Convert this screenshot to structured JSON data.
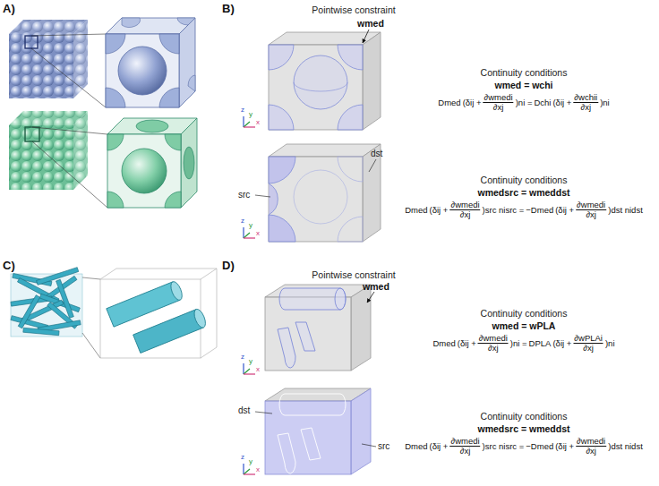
{
  "diagram": {
    "labels": [
      "A)",
      "B)",
      "Pointwise constraint",
      "wmed",
      "Continuity conditions",
      "wmed = wchi",
      "Dmed",
      "(δij +",
      "∂wmedi",
      "∂xj",
      ")ni =",
      "Dchi",
      "(δij +",
      "∂wchii",
      "∂xj",
      ")ni",
      "z",
      "y",
      "x",
      "src",
      "dst",
      "Continuity conditions",
      "wmedsrc = wmeddst",
      "Dmed",
      "(δij +",
      "∂wmedi",
      "∂xj",
      ")src nisrc =",
      "−Dmed",
      "(δij +",
      "∂wmedi",
      "∂xj",
      ")dst nidst",
      "z",
      "y",
      "x",
      "C)",
      "D)",
      "Pointwise constraint",
      "wmed",
      "Continuity conditions",
      "wmed = wPLA",
      "Dmed",
      "(δij +",
      "∂wmedi",
      "∂xj",
      ")ni =",
      "DPLA",
      "(δij +",
      "∂wPLAi",
      "∂xj",
      ")ni",
      "z",
      "y",
      "x",
      "dst",
      "src",
      "Continuity conditions",
      "wmedsrc = wmeddst",
      "Dmed",
      "(δij +",
      "∂wmedi",
      "∂xj",
      ")src nisrc =",
      "−Dmed",
      "(δij +",
      "∂wmedi",
      "∂xj",
      ")dst nidst",
      "z",
      "y",
      "x"
    ]
  }
}
